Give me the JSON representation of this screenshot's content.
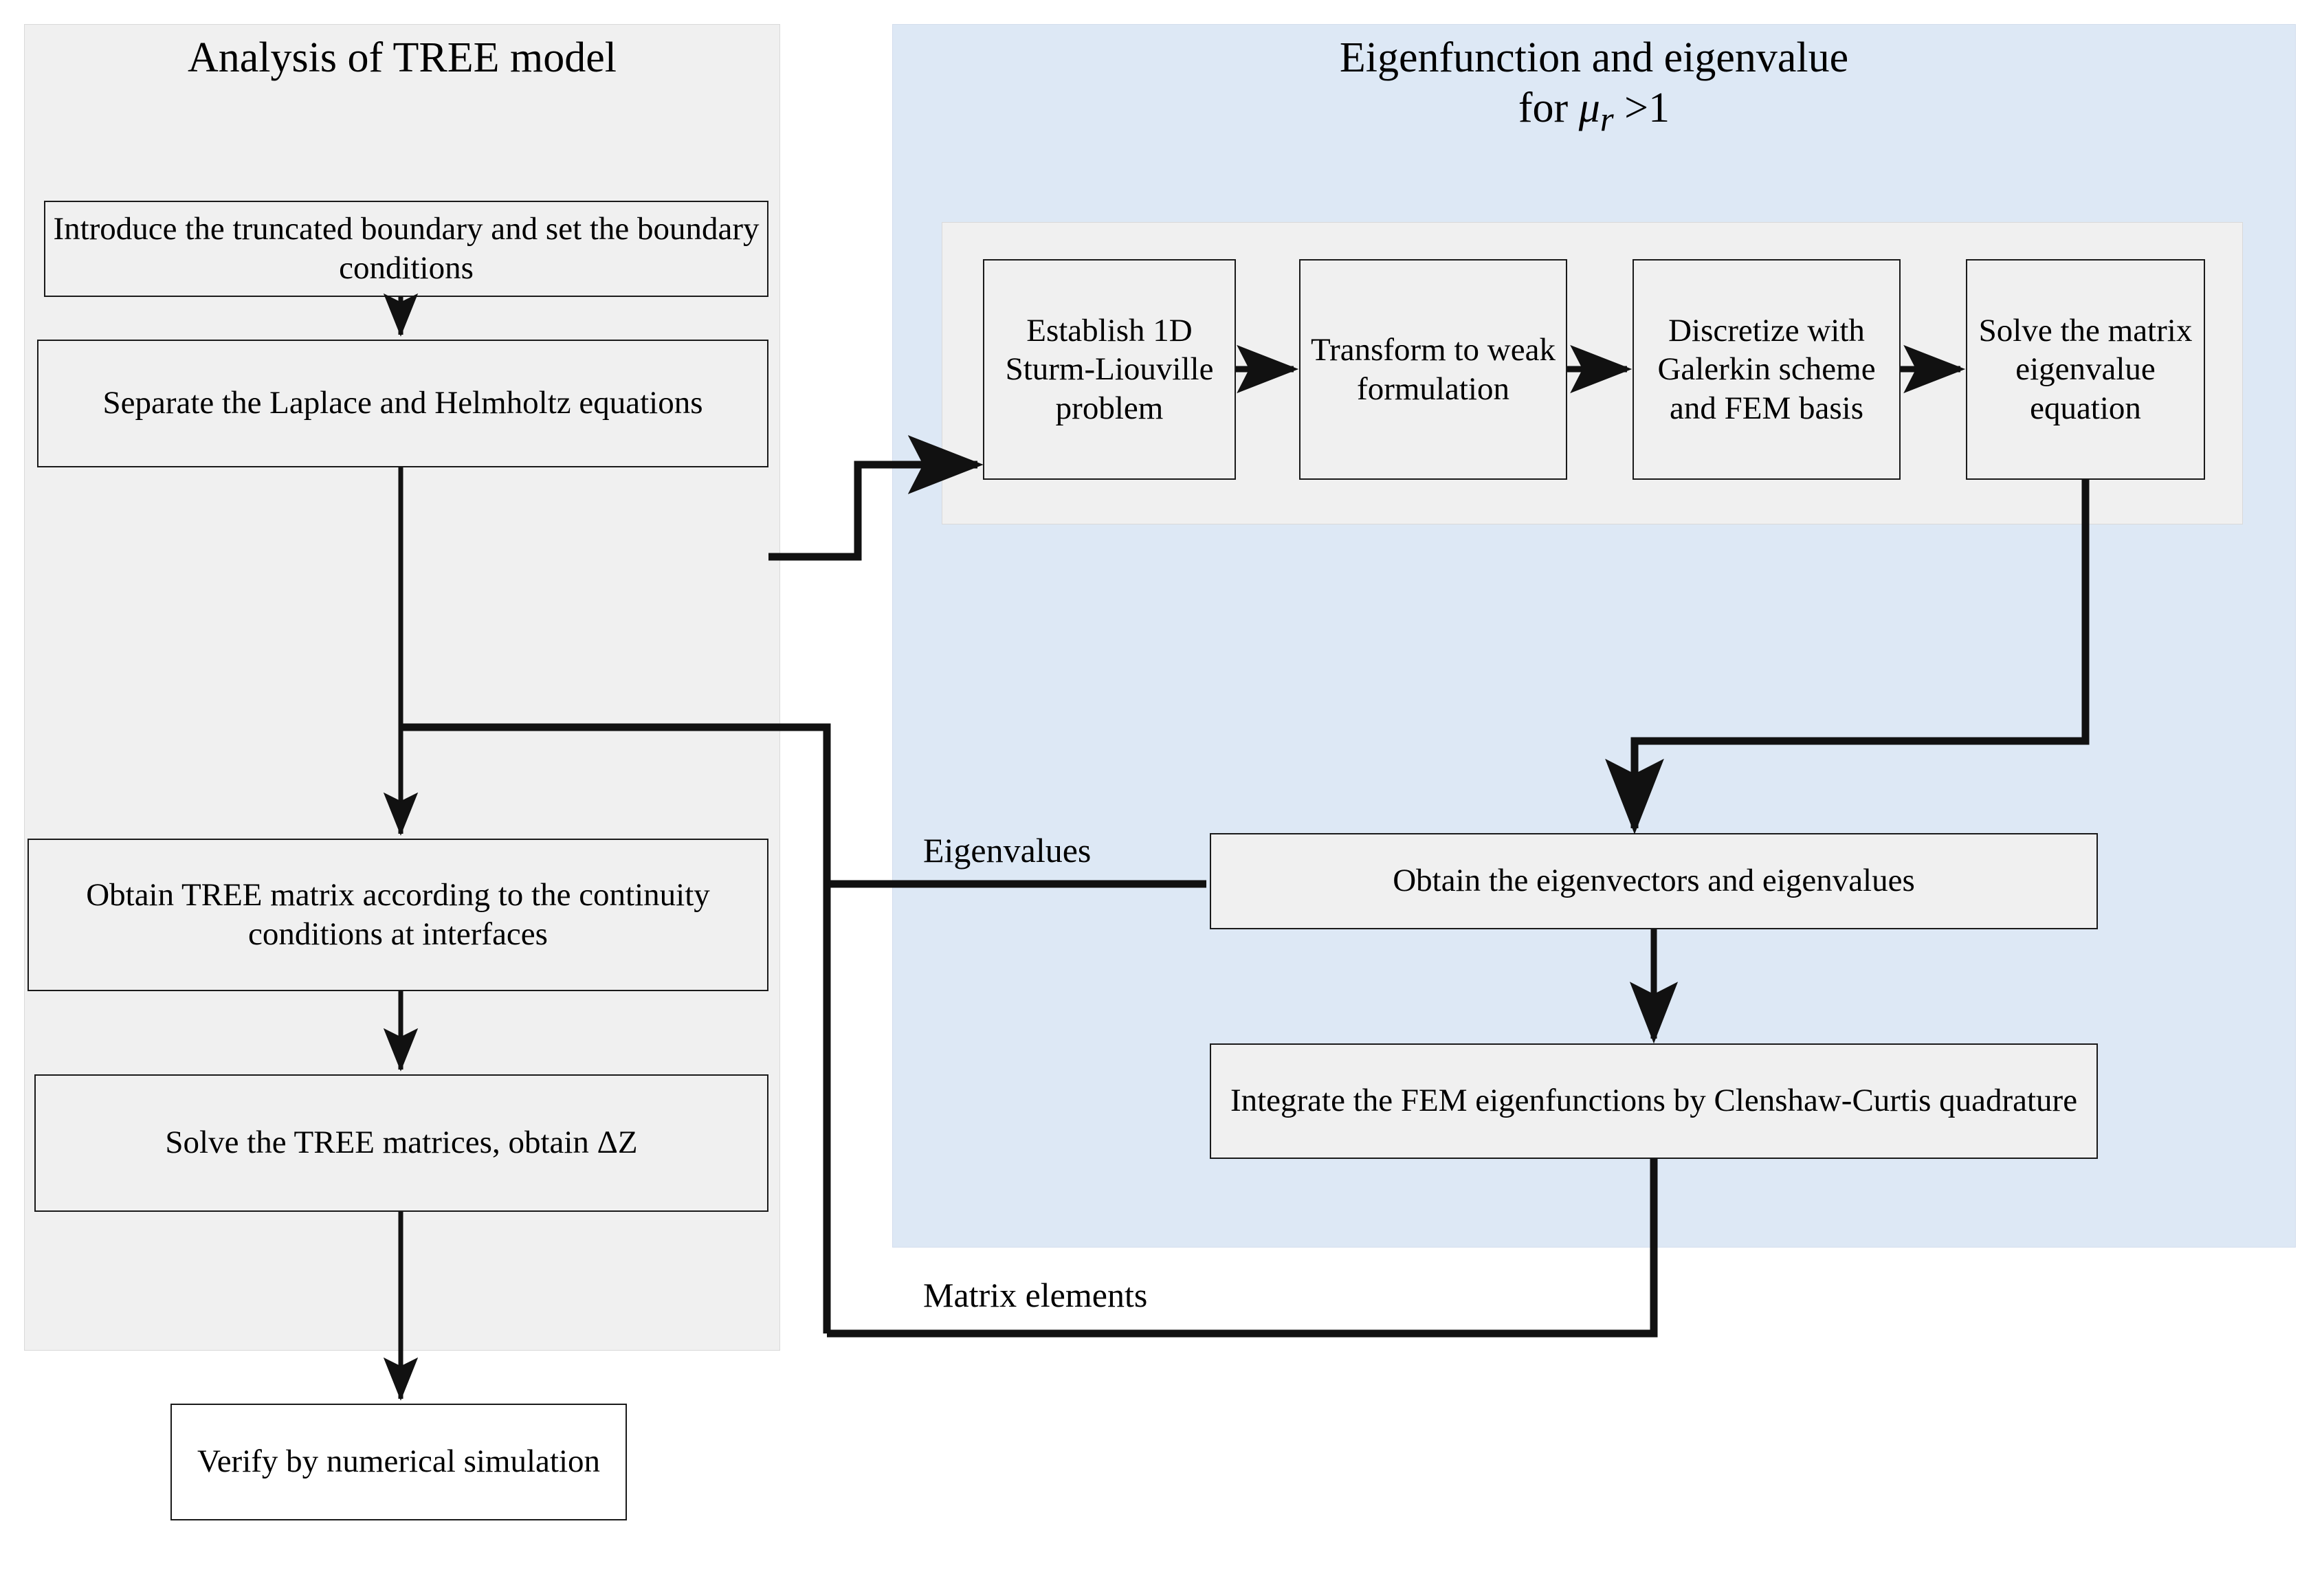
{
  "panels": {
    "left": {
      "title": "Analysis of TREE model",
      "bg": "#f0f0f0"
    },
    "right": {
      "title_line1": "Eigenfunction and eigenvalue",
      "title_line2_prefix": "for ",
      "title_line2_symbol": "μ",
      "title_line2_subscript": "r",
      "title_line2_suffix": " >1",
      "bg": "#dde8f5"
    },
    "inner": {
      "bg": "#f0f0f0"
    }
  },
  "nodes": {
    "introduce": "Introduce the truncated boundary and set the boundary conditions",
    "separate": "Separate the Laplace and Helmholtz equations",
    "obtain_tree": "Obtain TREE matrix according to the continuity conditions at interfaces",
    "solve_tree": "Solve the TREE matrices, obtain ΔZ",
    "verify": "Verify by numerical simulation",
    "sturm": "Establish 1D Sturm-Liouville problem",
    "weak": "Transform to weak formulation",
    "galerkin": "Discretize with Galerkin scheme and FEM basis",
    "matrix_eq": "Solve the matrix eigenvalue equation",
    "eigvec": "Obtain the eigenvectors and eigenvalues",
    "integrate": "Integrate the FEM eigenfunctions by Clenshaw-Curtis quadrature"
  },
  "edge_labels": {
    "eigenvalues": "Eigenvalues",
    "matrix_elements": "Matrix elements"
  },
  "colors": {
    "stroke": "#111111",
    "node_fill": "#f0f0f0",
    "node_fill_white": "#ffffff",
    "left_panel": "#f0f0f0",
    "right_panel": "#dde8f5"
  }
}
